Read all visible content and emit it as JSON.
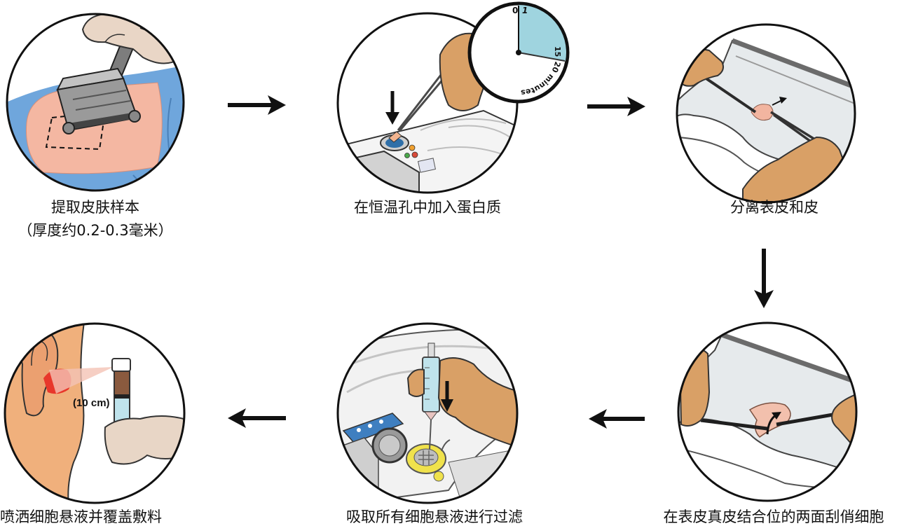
{
  "steps": [
    {
      "caption": "提取皮肤样本",
      "note": "（厚度约0.2-0.3毫米）"
    },
    {
      "caption": "在恒温孔中加入蛋白质"
    },
    {
      "caption": "分离表皮和皮"
    },
    {
      "caption": "在表皮真皮结合位的两面刮俏细胞"
    },
    {
      "caption": "吸取所有细胞悬液进行过滤"
    },
    {
      "caption": "喷洒细胞悬液并覆盖敷料"
    }
  ],
  "timer": {
    "tick_0": "0",
    "tick_1": "1",
    "tick_15": "15",
    "tick_20": "20",
    "unit": "minutes"
  },
  "spray": {
    "distance": "(10 cm)"
  },
  "colors": {
    "line": "#111111",
    "drape": "#6fa6dc",
    "skin_site": "#f4b7a2",
    "glove": "#d9a066",
    "timer_fill": "#9fd4df",
    "wound": "#e8372b",
    "strainer": "#f0e24c",
    "syringe_fluid": "#bfe3ec"
  }
}
